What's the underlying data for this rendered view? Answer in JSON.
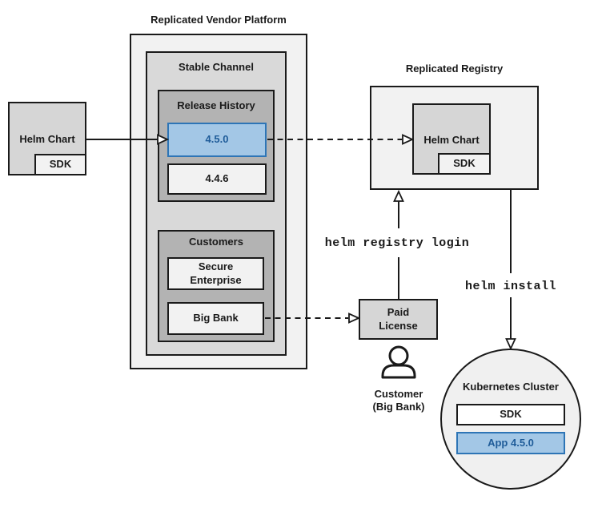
{
  "colors": {
    "highlight_fill": "#a3c7e6",
    "highlight_border": "#2e75b6",
    "highlight_text": "#1f5c99",
    "gray_lightest": "#f2f2f2",
    "gray_mid": "#d9d9d9",
    "gray_dark": "#b3b3b3",
    "line": "#1a1a1a"
  },
  "platform": {
    "title": "Replicated Vendor Platform",
    "stable_channel": {
      "label": "Stable Channel",
      "release_history": {
        "label": "Release History",
        "releases": [
          {
            "version": "4.5.0",
            "highlighted": true
          },
          {
            "version": "4.4.6",
            "highlighted": false
          }
        ]
      },
      "customers": {
        "label": "Customers",
        "items": [
          {
            "name": "Secure\nEnterprise"
          },
          {
            "name": "Big Bank"
          }
        ]
      }
    }
  },
  "source_chart": {
    "label": "Helm Chart",
    "sdk_label": "SDK"
  },
  "registry": {
    "title": "Replicated Registry",
    "helm_chart_label": "Helm Chart",
    "sdk_label": "SDK"
  },
  "license": {
    "label": "Paid\nLicense"
  },
  "customer": {
    "label": "Customer\n(Big Bank)"
  },
  "commands": {
    "registry_login": "helm registry login",
    "install": "helm install"
  },
  "cluster": {
    "title": "Kubernetes Cluster",
    "sdk_label": "SDK",
    "app_label": "App 4.5.0"
  }
}
